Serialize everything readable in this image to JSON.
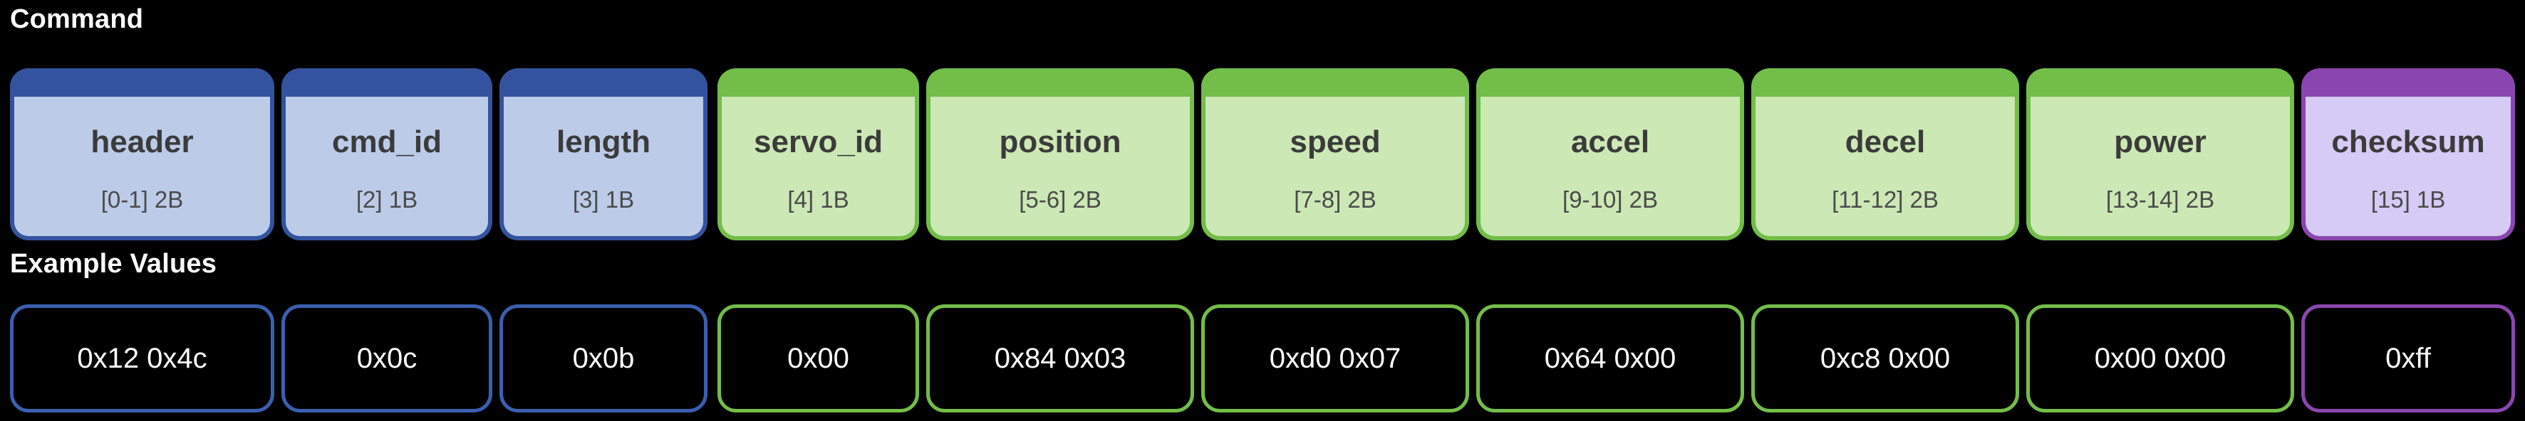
{
  "sections": {
    "command_title": "Command",
    "values_title": "Example Values"
  },
  "colors": {
    "blue_border": "#33539E",
    "blue_fill": "#BCCBE8",
    "green_border": "#72BE48",
    "green_fill": "#CCE8B5",
    "purple_border": "#8A46B0",
    "purple_fill": "#D5CBF5",
    "background": "#000000",
    "value_text": "#FFFFFF",
    "field_text": "#3B3B3B"
  },
  "packet": {
    "fields": [
      {
        "name": "header",
        "meta": "[0-1] 2B",
        "group": "blue",
        "value": "0x12 0x4c"
      },
      {
        "name": "cmd_id",
        "meta": "[2] 1B",
        "group": "blue",
        "value": "0x0c"
      },
      {
        "name": "length",
        "meta": "[3] 1B",
        "group": "blue",
        "value": "0x0b"
      },
      {
        "name": "servo_id",
        "meta": "[4] 1B",
        "group": "green",
        "value": "0x00"
      },
      {
        "name": "position",
        "meta": "[5-6] 2B",
        "group": "green",
        "value": "0x84 0x03"
      },
      {
        "name": "speed",
        "meta": "[7-8] 2B",
        "group": "green",
        "value": "0xd0 0x07"
      },
      {
        "name": "accel",
        "meta": "[9-10] 2B",
        "group": "green",
        "value": "0x64 0x00"
      },
      {
        "name": "decel",
        "meta": "[11-12] 2B",
        "group": "green",
        "value": "0xc8 0x00"
      },
      {
        "name": "power",
        "meta": "[13-14] 2B",
        "group": "green",
        "value": "0x00 0x00"
      },
      {
        "name": "checksum",
        "meta": "[15] 1B",
        "group": "purple",
        "value": "0xff"
      }
    ]
  }
}
